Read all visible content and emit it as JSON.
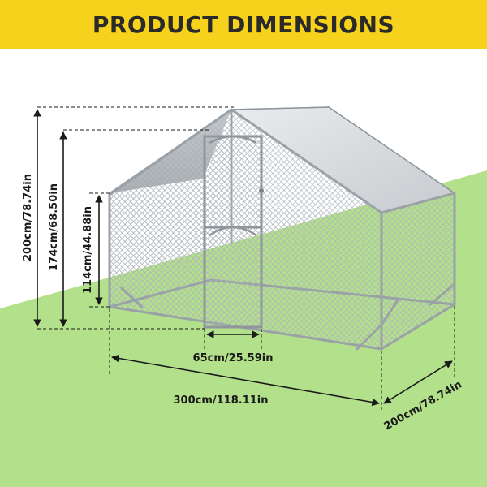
{
  "header": {
    "title": "PRODUCT DIMENSIONS"
  },
  "dimensions": {
    "total_height": "200cm/78.74in",
    "door_peak_height": "174cm/68.50in",
    "side_height": "114cm/44.88in",
    "door_width": "65cm/25.59in",
    "length": "300cm/118.11in",
    "width": "200cm/78.74in"
  },
  "colors": {
    "banner": "#f7d21c",
    "lawn": "#b3e08a",
    "roof": "#d4d7da",
    "frame": "#9aa2a8",
    "dimension_line": "#1a1a1a"
  }
}
